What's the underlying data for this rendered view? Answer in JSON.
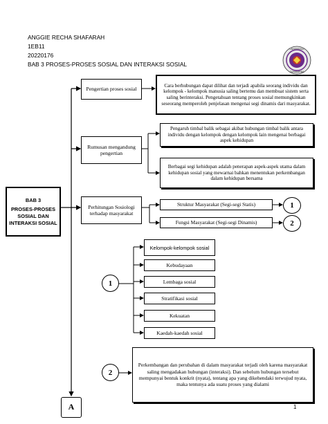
{
  "header": {
    "name": "ANGGIE RECHA SHAFARAH",
    "class": "1EB11",
    "npm": "20220176",
    "title": "BAB 3 PROSES-PROSES SOSIAL DAN INTERAKSI SOSIAL"
  },
  "logo": {
    "text_top": "UNIVERSITAS",
    "text_bottom": "GUNADARMA",
    "colors": {
      "outer": "#e8e8e8",
      "ring": "#6a2a8a",
      "center": "#c0392b"
    }
  },
  "main": {
    "left": {
      "line1": "BAB 3",
      "line2": "PROSES-PROSES SOSIAL DAN INTERAKSI SOSIAL"
    },
    "nodes": [
      {
        "label": "Pengertian proses sosial"
      },
      {
        "label": "Rumusan mengandung pengertian"
      },
      {
        "label": "Perhitungan Sosiologi terhadap masyarakat"
      }
    ],
    "definition": "Cara berhubungan dapat dilihat dan terjadi apabila seorang individu dan kelompok - kelompok manusia saling bertemu dan membuat sistem serta saling berinteraksi. Pengetahuan tentang proses sosial memungkinkan seseorang memperoleh penjelasan mengenai segi dinamis dari masyarakat.",
    "rumusan": [
      "Pengaruh timbal balik sebagai akibat hubungan timbal balik antara individu dengan kelompok dengan kelompok lain mengenai berbagai aspek kehidupan",
      "Berbagai segi kehidupan adalah penerapan aspek-aspek utama dalam kehidupan sosial yang mewarnai bahkan menentukan perkembangan dalam kehidupan bersama"
    ],
    "perhitungan": [
      {
        "label": "Struktur Masyarakat (Segi-segi Statis)",
        "num": "1"
      },
      {
        "label": "Fungsi Masyarakat (Segi-segi Dinamis)",
        "num": "2"
      }
    ]
  },
  "section1": {
    "num": "1",
    "items": [
      "Kelompok-kelompok sosial",
      "Kebudayaan",
      "Lembaga sosial",
      "Stratifikasi sosial",
      "Kekuatan",
      "Kaedah-kaedah sosial"
    ]
  },
  "section2": {
    "num": "2",
    "text": "Perkembangan dan perubahan di dalam masyarakat terjadi oleh karena masyarakat saling mengadakan hubungan (interaksi). Dan sebelum hubungan tersebut mempunyai bentuk konkrit (nyata), tentang apa yang dikehendaki terwujud nyata, maka tentunya ada suatu proses yang dialami"
  },
  "connector": "A",
  "page_number": "1"
}
